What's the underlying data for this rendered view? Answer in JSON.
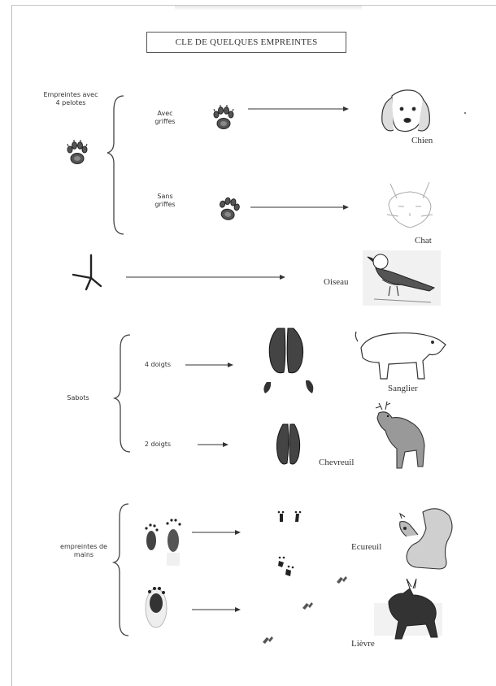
{
  "title": "CLE DE QUELQUES EMPREINTES",
  "groups": {
    "four_pads": "Empreintes avec 4 pelotes",
    "with_claws": "Avec griffes",
    "without_claws": "Sans griffes",
    "hooves": "Sabots",
    "four_toes": "4 doigts",
    "two_toes": "2 doigts",
    "hand_prints": "empreintes de mains"
  },
  "animals": {
    "dog": "Chien",
    "cat": "Chat",
    "bird": "Oiseau",
    "boar": "Sanglier",
    "roe_deer": "Chevreuil",
    "squirrel": "Ecureuil",
    "hare": "Lièvre"
  },
  "colors": {
    "ink": "#222222",
    "frame": "#bdbdbd",
    "line": "#333333"
  }
}
